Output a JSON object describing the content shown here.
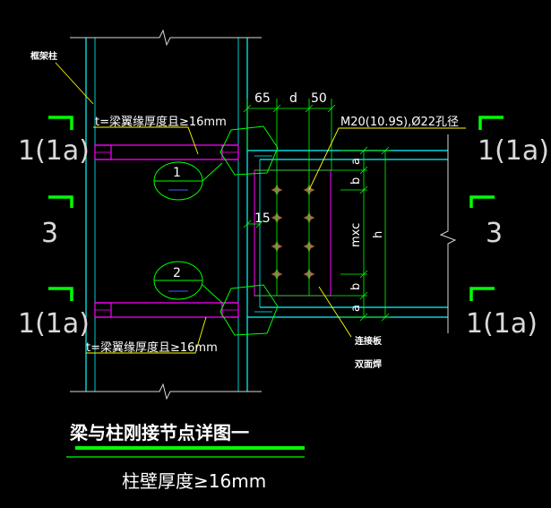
{
  "drawing": {
    "title": "梁与柱刚接节点详图一",
    "subtitle": "柱壁厚度≥16mm",
    "colors": {
      "background": "#000000",
      "column": "#00ffff",
      "beam": "#ff00ff",
      "dimension": "#00ff00",
      "leader": "#ffff00",
      "text": "#ffffff",
      "bolt": "#a0704a",
      "section_mark": "#00ff00"
    },
    "labels": {
      "column_label": "框架柱",
      "stiffener_top": "t=梁翼缘厚度且≥16mm",
      "stiffener_bottom": "t=梁翼缘厚度且≥16mm",
      "bolt_spec": "M20(10.9S),Ø22孔径",
      "plate_label": "连接板",
      "plate_label_2": "双面焊"
    },
    "detail_marks": [
      {
        "number": "1"
      },
      {
        "number": "2"
      }
    ],
    "dimensions": {
      "top_left": "65",
      "top_mid": "d",
      "top_right": "50",
      "side_a_top": "a",
      "side_b_top": "b",
      "side_mxc": "mxc",
      "side_b_bottom": "b",
      "side_a_bottom": "a",
      "overall_h": "h",
      "gap": "15"
    },
    "section_marks": {
      "top_left": "1(1a)",
      "top_right": "1(1a)",
      "mid_left": "3",
      "mid_right": "3",
      "bottom_left": "1(1a)",
      "bottom_right": "1(1a)"
    }
  }
}
